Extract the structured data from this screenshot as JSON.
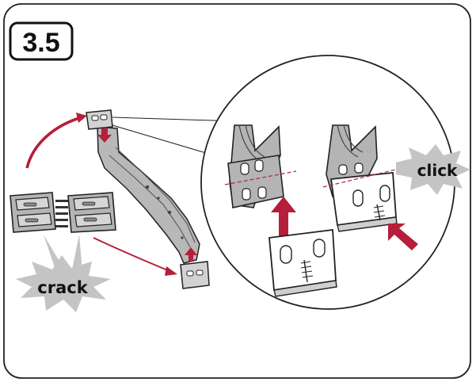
{
  "step": {
    "number": "3.5"
  },
  "labels": {
    "crack": "crack",
    "click": "click"
  },
  "colors": {
    "accent": "#b51f3a",
    "metal": "#a9a9a9",
    "metal_dark": "#6f6f6f",
    "burst": "#c4c4c4",
    "frame": "#222222"
  },
  "icons": [
    "curved-arrow-icon",
    "push-arrow-icon",
    "down-arrow-icon",
    "up-arrow-icon",
    "crack-burst-icon",
    "click-burst-icon"
  ]
}
